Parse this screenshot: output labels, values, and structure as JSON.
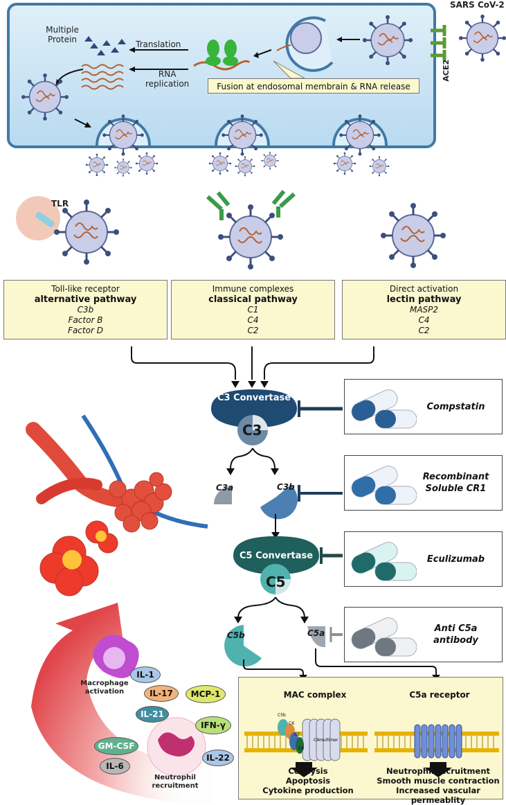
{
  "top": {
    "virus_label": "SARS CoV-2",
    "ace2_label": "ACE2",
    "multiple_protein": "Multiple\nProtein",
    "translation": "Translation",
    "rna_replication": "RNA\nreplication",
    "fusion": "Fusion at endosomal membrain & RNA release"
  },
  "tlr_label": "TLR",
  "pathways": [
    {
      "line1": "Toll-like receptor",
      "line2": "alternative pathway",
      "items": [
        "C3b",
        "Factor B",
        "Factor D"
      ]
    },
    {
      "line1": "Immune complexes",
      "line2": "classical pathway",
      "items": [
        "C1",
        "C4",
        "C2"
      ]
    },
    {
      "line1": "Direct activation",
      "line2": "lectin pathway",
      "items": [
        "MASP2",
        "C4",
        "C2"
      ]
    }
  ],
  "cascade": {
    "c3_convertase": "C3 Convertase",
    "c3": "C3",
    "c3a": "C3a",
    "c3b": "C3b",
    "c5_convertase": "C5 Convertase",
    "c5": "C5",
    "c5b": "C5b",
    "c5a": "C5a"
  },
  "drugs": [
    {
      "name": "Compstatin",
      "color": "#2a5f95"
    },
    {
      "name": "Recombinant\nSoluble CR1",
      "color": "#2f6ea8"
    },
    {
      "name": "Eculizumab",
      "color": "#1f6b6a"
    },
    {
      "name": "Anti C5a\nantibody",
      "color": "#6f7880"
    }
  ],
  "bottom": {
    "mac_title": "MAC complex",
    "mac_small": [
      "C5b",
      "C6",
      "C7",
      "C8",
      "C9multimer"
    ],
    "mac_outcomes": "Cell lysis\nApoptosis\nCytokine production",
    "c5a_title": "C5a receptor",
    "c5a_outcomes": "Neutrophil recruitment\nSmooth muscle contraction\nIncreased vascular permeablity"
  },
  "cells": {
    "macrophage": "Macrophage\nactivation",
    "neutrophil": "Neutrophil\nrecruitment"
  },
  "cytokines": [
    {
      "label": "IL-1",
      "color": "#a9c7e8"
    },
    {
      "label": "IL-17",
      "color": "#f3b27a"
    },
    {
      "label": "MCP-1",
      "color": "#dfe86a"
    },
    {
      "label": "IL-21",
      "color": "#3f8fa0"
    },
    {
      "label": "IFN-γ",
      "color": "#b9df7a"
    },
    {
      "label": "GM-CSF",
      "color": "#5fb08c"
    },
    {
      "label": "IL-22",
      "color": "#a9c7e8"
    },
    {
      "label": "IL-6",
      "color": "#b8b8b8"
    }
  ]
}
